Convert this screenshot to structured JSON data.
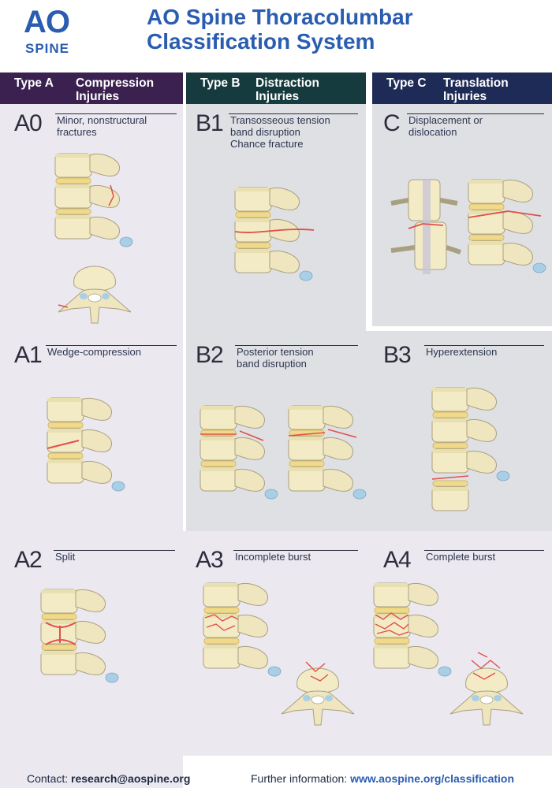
{
  "header": {
    "logo_top": "AO",
    "logo_bottom": "SPINE",
    "title_line1": "AO Spine Thoracolumbar",
    "title_line2": "Classification System"
  },
  "types": [
    {
      "code": "Type A",
      "name_line1": "Compression",
      "name_line2": "Injuries",
      "color": "#3b2150"
    },
    {
      "code": "Type B",
      "name_line1": "Distraction",
      "name_line2": "Injuries",
      "color": "#163b3e"
    },
    {
      "code": "Type C",
      "name_line1": "Translation",
      "name_line2": "Injuries",
      "color": "#1f2b57"
    }
  ],
  "subtypes": {
    "A0": {
      "code": "A0",
      "line1": "Minor, nonstructural",
      "line2": "fractures"
    },
    "A1": {
      "code": "A1",
      "line1": "Wedge-compression"
    },
    "A2": {
      "code": "A2",
      "line1": "Split"
    },
    "A3": {
      "code": "A3",
      "line1": "Incomplete burst"
    },
    "A4": {
      "code": "A4",
      "line1": "Complete burst"
    },
    "B1": {
      "code": "B1",
      "line1": "Transosseous tension",
      "line2": "band disruption",
      "line3": "Chance fracture"
    },
    "B2": {
      "code": "B2",
      "line1": "Posterior tension",
      "line2": "band disruption"
    },
    "B3": {
      "code": "B3",
      "line1": "Hyperextension"
    },
    "C": {
      "code": "C",
      "line1": "Displacement or",
      "line2": "dislocation"
    }
  },
  "footer": {
    "contact_label": "Contact:",
    "contact_email": "research@aospine.org",
    "info_label": "Further information:",
    "info_url": "www.aospine.org/classification"
  },
  "colors": {
    "brand_blue": "#2a5db0",
    "bone": "#f3ebc6",
    "disc": "#f0d98a",
    "fracture": "#e0504a",
    "nerve": "#a9cfe6",
    "panel_a": "#ebe8ef",
    "panel_bc": "#dfe0e3"
  }
}
